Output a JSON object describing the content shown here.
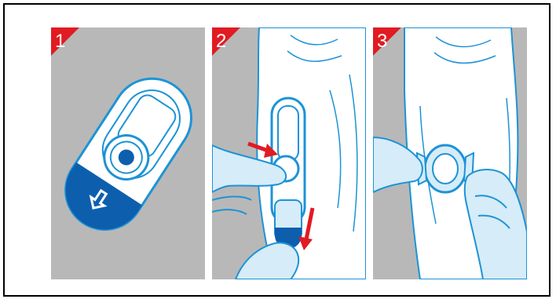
{
  "steps": [
    {
      "number": "1",
      "icon": "pen-sensor-applicator-icon"
    },
    {
      "number": "2",
      "icon": "press-applicator-to-arm-icon"
    },
    {
      "number": "3",
      "icon": "peel-sensor-backing-icon"
    }
  ],
  "colors": {
    "panel_background": "#b8b8b8",
    "badge": "#e11b22",
    "line": "#1d93d6",
    "fill": "#d6ecf8",
    "dark_blue": "#0d5fae",
    "arrow": "#e11b22",
    "skin": "#ffffff"
  }
}
